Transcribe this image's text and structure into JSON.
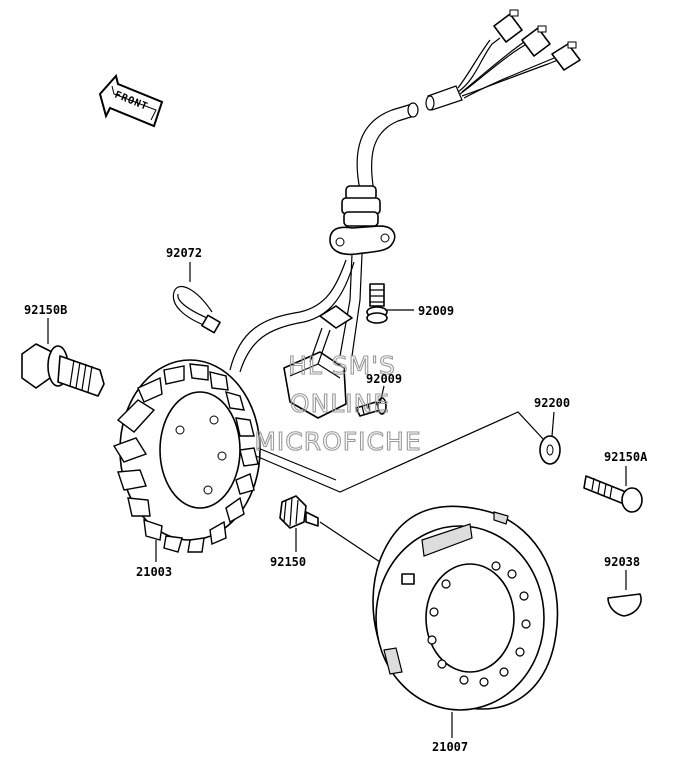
{
  "diagram": {
    "front_label": "FRONT",
    "watermark": [
      "HL SM'S",
      "ONLINE",
      "MICROFICHE"
    ],
    "parts": {
      "p92072": "92072",
      "p92150B": "92150B",
      "p92009a": "92009",
      "p92009b": "92009",
      "p92200": "92200",
      "p92150A": "92150A",
      "p21003": "21003",
      "p92150": "92150",
      "p92038": "92038",
      "p21007": "21007"
    }
  }
}
